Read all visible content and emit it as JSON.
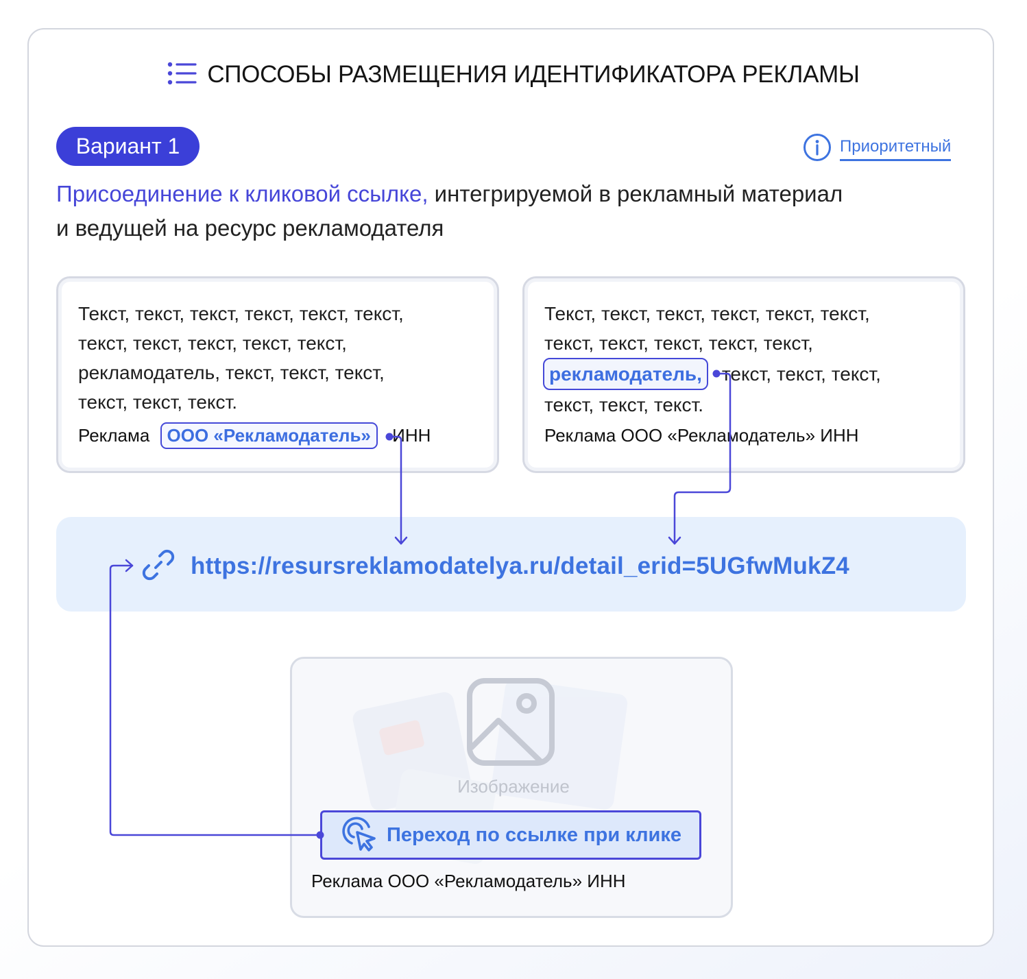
{
  "title": "СПОСОБЫ РАЗМЕЩЕНИЯ ИДЕНТИФИКАТОРА РЕКЛАМЫ",
  "variant_badge": "Вариант 1",
  "priority_label": "Приоритетный",
  "description": {
    "highlight": "Присоединение к кликовой ссылке,",
    "rest_line1": " интегрируемой в рекламный материал",
    "line2": "и ведущей на ресурс рекламодателя"
  },
  "card_left": {
    "line1": "Текст, текст, текст, текст, текст, текст,",
    "line2": "текст, текст, текст, текст, текст,",
    "line3": "рекламодатель, текст, текст, текст,",
    "line4": "текст, текст, текст.",
    "ad_prefix": "Реклама",
    "ad_company": "ООО «Рекламодатель»",
    "ad_suffix": "ИНН"
  },
  "card_right": {
    "line1": "Текст, текст, текст, текст, текст, текст,",
    "line2": "текст, текст, текст, текст, текст,",
    "line3_link": "рекламодатель,",
    "line3_rest": "текст, текст, текст,",
    "line4": "текст, текст, текст.",
    "ad_line": "Реклама ООО «Рекламодатель» ИНН"
  },
  "url": "https://resursreklamodatelya.ru/detail_erid=5UGfwMukZ4",
  "image_block": {
    "caption": "Изображение",
    "click_label": "Переход по ссылке при клике",
    "ad_line": "Реклама ООО «Рекламодатель» ИНН"
  },
  "colors": {
    "accent": "#3b3fd8",
    "link": "#3d73e0",
    "url_bar": "#e6f0fd",
    "border": "#d3d6de"
  },
  "icons": [
    "list-icon",
    "info-icon",
    "link-icon",
    "image-placeholder-icon",
    "click-cursor-icon"
  ]
}
